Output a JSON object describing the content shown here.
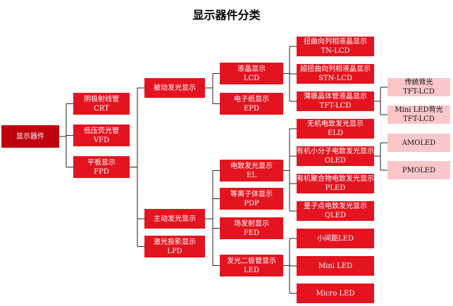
{
  "title": "显示器件分类",
  "colors": {
    "root": "#c0000e",
    "node": "#e3141f",
    "light": "#f9c7c9",
    "line": "#222222"
  },
  "nodes": {
    "root": {
      "line1": "显示器件"
    },
    "crt": {
      "line1": "阴极射线管",
      "line2": "CRT"
    },
    "vfd": {
      "line1": "低压荧光管",
      "line2": "VFD"
    },
    "fpd": {
      "line1": "平板显示",
      "line2": "FPD"
    },
    "passive": {
      "line1": "被动发光显示"
    },
    "active": {
      "line1": "主动发光显示"
    },
    "lpd": {
      "line1": "激光投影显示",
      "line2": "LPD"
    },
    "lcd": {
      "line1": "液晶显示",
      "line2": "LCD"
    },
    "epd": {
      "line1": "电子纸显示",
      "line2": "EPD"
    },
    "el": {
      "line1": "电致发光显示",
      "line2": "EL"
    },
    "pdp": {
      "line1": "等离子体显示",
      "line2": "PDP"
    },
    "fed": {
      "line1": "场发射显示",
      "line2": "FED"
    },
    "led": {
      "line1": "发光二极管显示",
      "line2": "LED"
    },
    "tn": {
      "line1": "扭曲向列相液晶显示",
      "line2": "TN-LCD"
    },
    "stn": {
      "line1": "超扭曲向列相液晶显示",
      "line2": "STN-LCD"
    },
    "tft": {
      "line1": "薄膜晶体管液晶显示",
      "line2": "TFT-LCD"
    },
    "eld": {
      "line1": "无机电致发光显示",
      "line2": "ELD"
    },
    "oled": {
      "line1": "有机小分子电致发光显示",
      "line2": "OLED"
    },
    "pled": {
      "line1": "有机聚合物电致发光显示",
      "line2": "PLED"
    },
    "qled": {
      "line1": "量子点电致发光显示",
      "line2": "QLED"
    },
    "smallpitch": {
      "line1": "小间距LED"
    },
    "miniled": {
      "line1": "Mini LED"
    },
    "microled": {
      "line1": "Micro LED"
    },
    "tradtft": {
      "line1": "传统背光",
      "line2": "TFT-LCD"
    },
    "minitft": {
      "line1": "Mini LED背光",
      "line2": "TFT-LCD"
    },
    "amoled": {
      "line1": "AMOLED"
    },
    "pmoled": {
      "line1": "PMOLED"
    }
  }
}
